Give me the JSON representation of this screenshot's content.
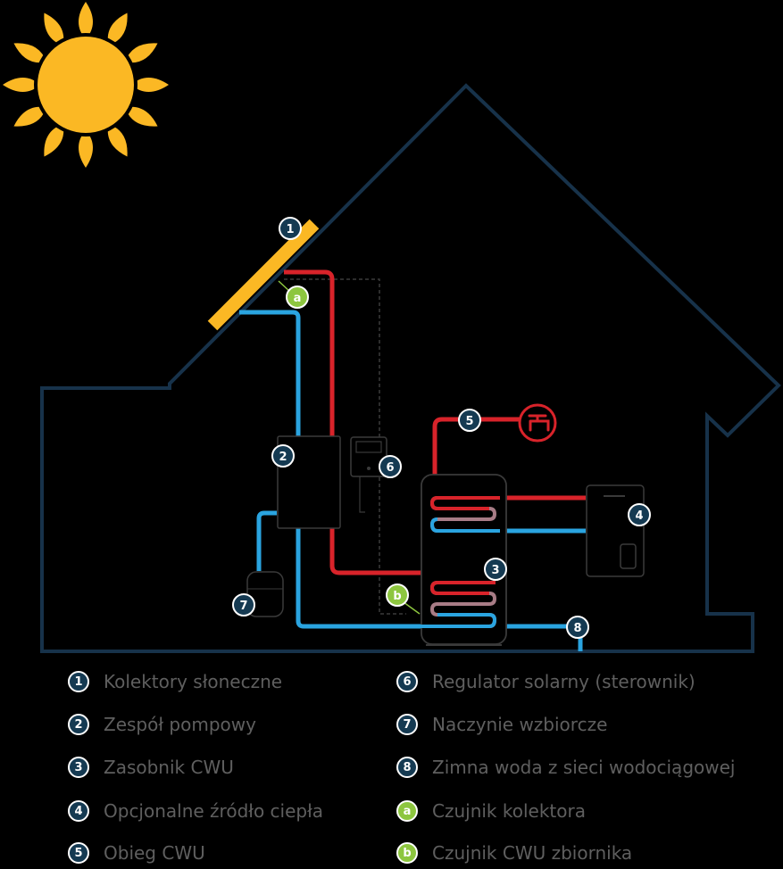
{
  "colors": {
    "background": "#000000",
    "house_outline": "#17324a",
    "hot_pipe": "#d8232a",
    "cold_pipe": "#2aa4e0",
    "collector": "#fbb824",
    "sun": "#fbb824",
    "badge_fill": "#153a52",
    "sensor_fill": "#8dc63f",
    "device_outline": "#3a3a3a",
    "legend_text": "#5f5f5f"
  },
  "badges": {
    "n1": "1",
    "n2": "2",
    "n3": "3",
    "n4": "4",
    "n5": "5",
    "n6": "6",
    "n7": "7",
    "n8": "8",
    "sa": "a",
    "sb": "b"
  },
  "icons": [
    "sun-icon",
    "faucet-icon"
  ],
  "legend": [
    {
      "marker": "1",
      "label": "Kolektory słoneczne",
      "kind": "num"
    },
    {
      "marker": "2",
      "label": "Zespół pompowy",
      "kind": "num"
    },
    {
      "marker": "3",
      "label": "Zasobnik CWU",
      "kind": "num"
    },
    {
      "marker": "4",
      "label": "Opcjonalne źródło ciepła",
      "kind": "num"
    },
    {
      "marker": "5",
      "label": "Obieg CWU",
      "kind": "num"
    },
    {
      "marker": "6",
      "label": "Regulator solarny (sterownik)",
      "kind": "num"
    },
    {
      "marker": "7",
      "label": "Naczynie wzbiorcze",
      "kind": "num"
    },
    {
      "marker": "8",
      "label": "Zimna woda z sieci wodociągowej",
      "kind": "num"
    },
    {
      "marker": "a",
      "label": "Czujnik kolektora",
      "kind": "sensor"
    },
    {
      "marker": "b",
      "label": "Czujnik CWU zbiornika",
      "kind": "sensor"
    }
  ]
}
